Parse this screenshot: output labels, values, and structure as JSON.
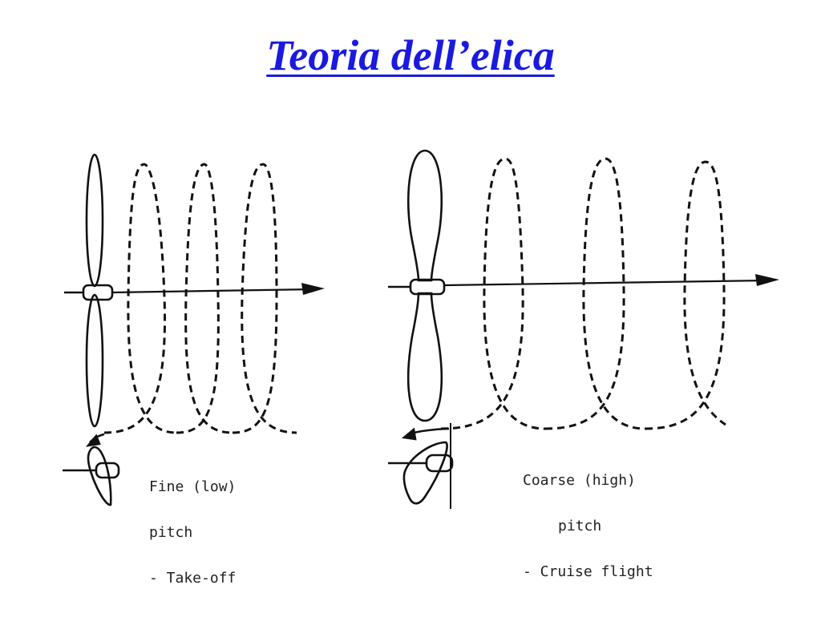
{
  "title": "Teoria dell’elica",
  "colors": {
    "title": "#1a1adf",
    "ink": "#111111"
  },
  "panels": [
    {
      "id": "fine",
      "caption": [
        "Fine (low)",
        "pitch",
        "- Take-off"
      ],
      "loops": 3
    },
    {
      "id": "coarse",
      "caption": [
        "Coarse (high)",
        "pitch",
        "- Cruise flight"
      ],
      "loops": 3
    }
  ]
}
